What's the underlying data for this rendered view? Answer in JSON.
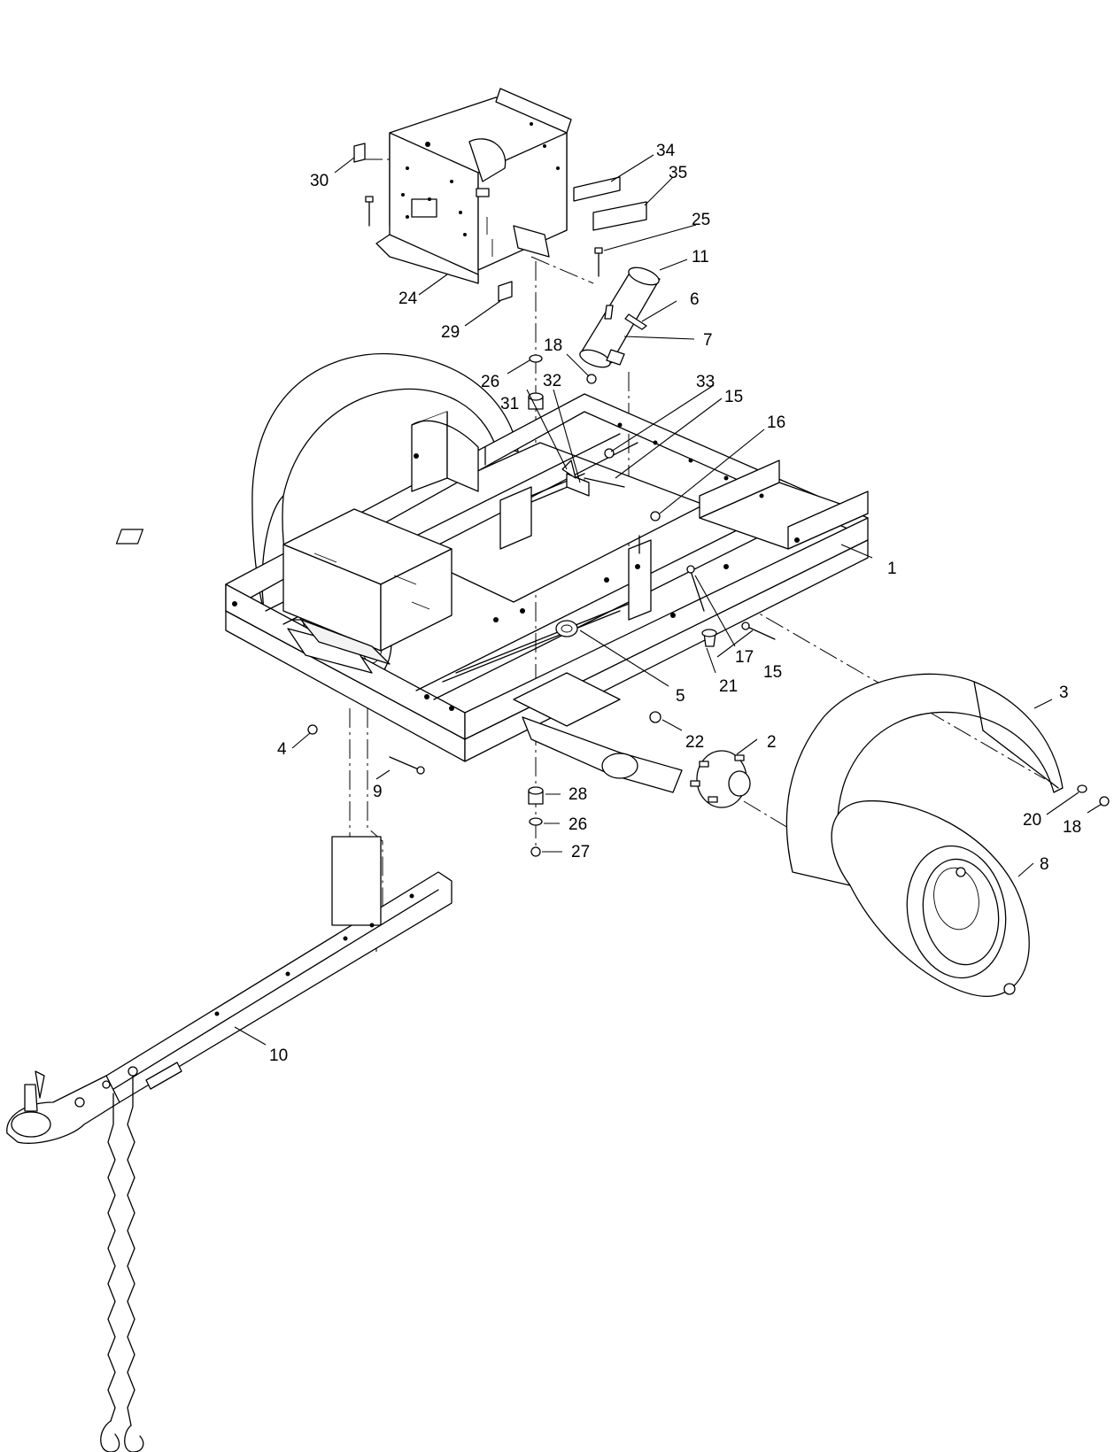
{
  "diagram": {
    "callouts": [
      {
        "id": "c1",
        "text": "1"
      },
      {
        "id": "c2",
        "text": "2"
      },
      {
        "id": "c3",
        "text": "3"
      },
      {
        "id": "c4",
        "text": "4"
      },
      {
        "id": "c5",
        "text": "5"
      },
      {
        "id": "c6",
        "text": "6"
      },
      {
        "id": "c7",
        "text": "7"
      },
      {
        "id": "c8",
        "text": "8"
      },
      {
        "id": "c9",
        "text": "9"
      },
      {
        "id": "c10",
        "text": "10"
      },
      {
        "id": "c11",
        "text": "11"
      },
      {
        "id": "c15a",
        "text": "15"
      },
      {
        "id": "c15b",
        "text": "15"
      },
      {
        "id": "c16",
        "text": "16"
      },
      {
        "id": "c17",
        "text": "17"
      },
      {
        "id": "c18a",
        "text": "18"
      },
      {
        "id": "c18b",
        "text": "18"
      },
      {
        "id": "c20",
        "text": "20"
      },
      {
        "id": "c21",
        "text": "21"
      },
      {
        "id": "c22",
        "text": "22"
      },
      {
        "id": "c24",
        "text": "24"
      },
      {
        "id": "c25",
        "text": "25"
      },
      {
        "id": "c26a",
        "text": "26"
      },
      {
        "id": "c26b",
        "text": "26"
      },
      {
        "id": "c27",
        "text": "27"
      },
      {
        "id": "c28",
        "text": "28"
      },
      {
        "id": "c29",
        "text": "29"
      },
      {
        "id": "c30",
        "text": "30"
      },
      {
        "id": "c31",
        "text": "31"
      },
      {
        "id": "c32",
        "text": "32"
      },
      {
        "id": "c33",
        "text": "33"
      },
      {
        "id": "c34",
        "text": "34"
      },
      {
        "id": "c35",
        "text": "35"
      }
    ]
  }
}
